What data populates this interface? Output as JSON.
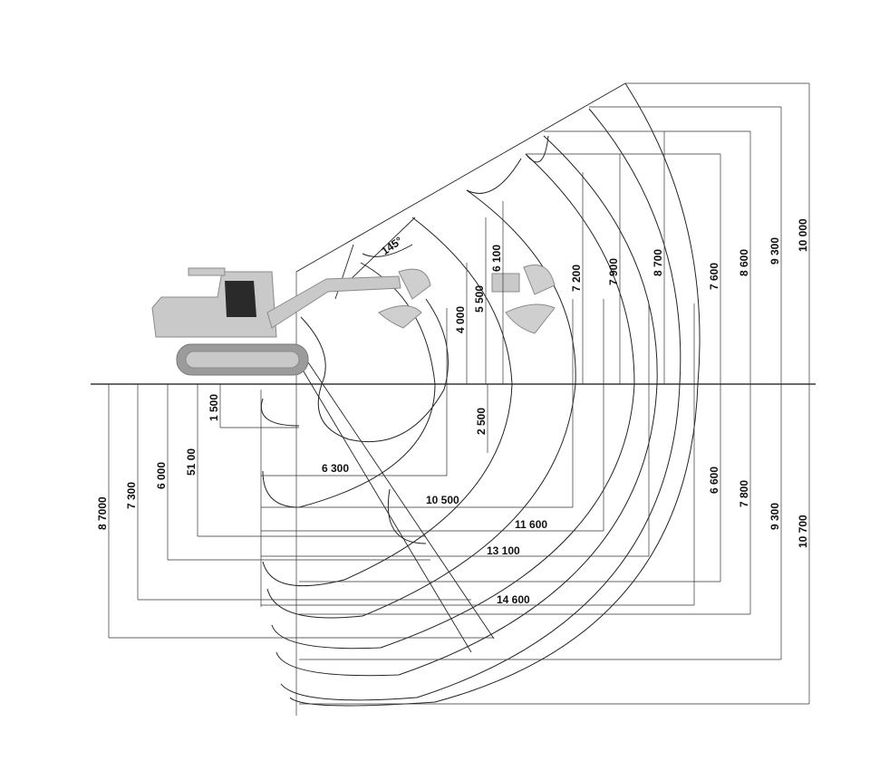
{
  "swing_angle": "145°",
  "heights_above_ground": [
    "4 000",
    "5 500",
    "6 100",
    "7 200",
    "7 900",
    "8 700",
    "7 600",
    "8 600",
    "9 300",
    "10 000"
  ],
  "depths_below_ground": [
    "1 500",
    "51 00",
    "6 000",
    "7 300",
    "8 7000",
    "2 500",
    "6 600",
    "7 800",
    "9 300",
    "10 700"
  ],
  "reaches": [
    "6 300",
    "10 500",
    "11 600",
    "13 100",
    "14 600"
  ],
  "colors": {
    "line": "#222222",
    "machine": "#c9c9c9",
    "background": "#ffffff"
  }
}
